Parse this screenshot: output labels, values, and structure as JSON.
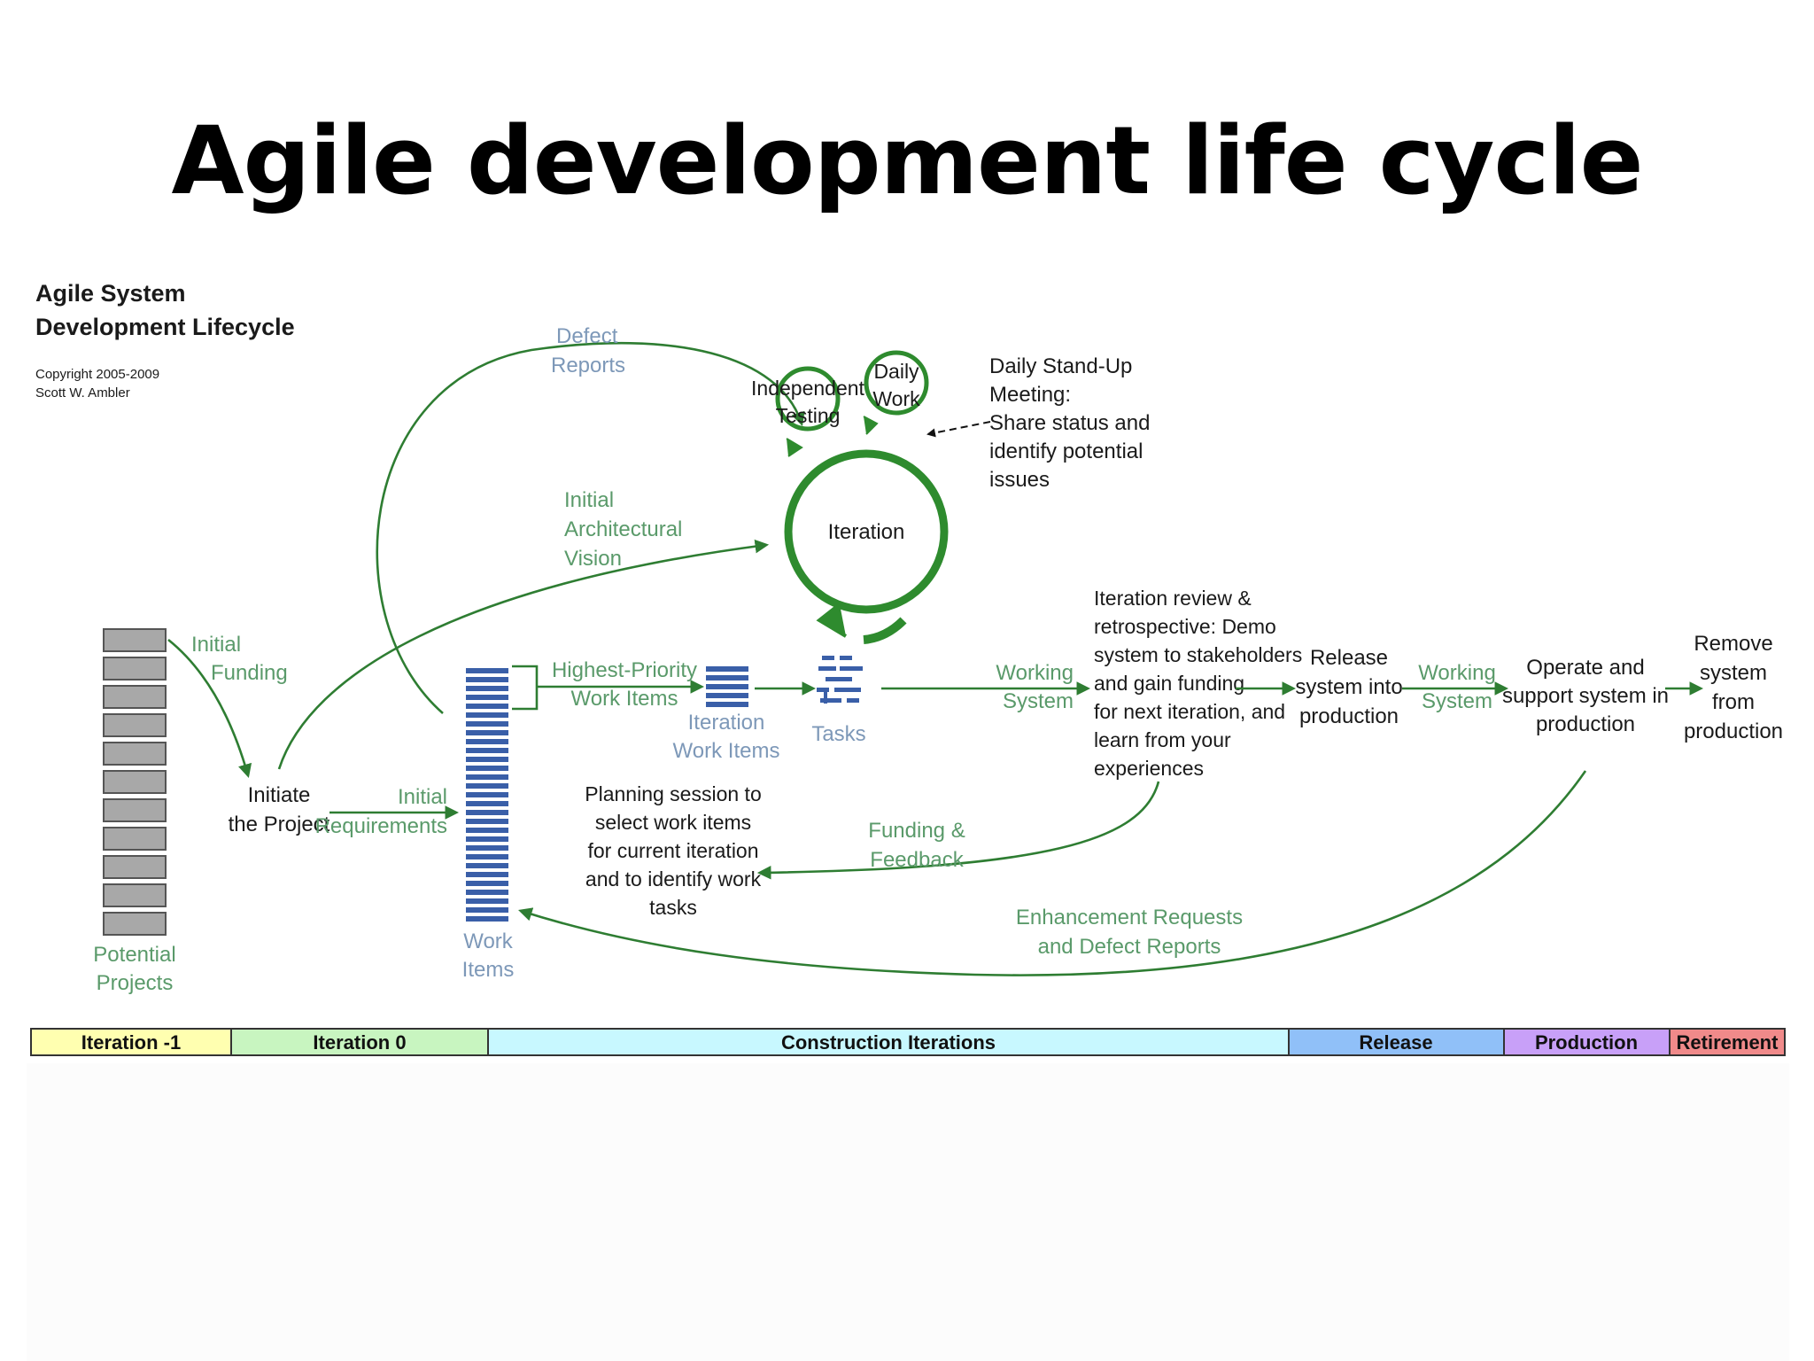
{
  "title": "Agile development life cycle",
  "diagram": {
    "heading": [
      "Agile System",
      "Development Lifecycle"
    ],
    "copyright": [
      "Copyright 2005-2009",
      "Scott W. Ambler"
    ],
    "potential_projects": [
      "Potential",
      "Projects"
    ],
    "initial_funding": [
      "Initial",
      "Funding"
    ],
    "initiate_project": [
      "Initiate",
      "the Project"
    ],
    "initial_requirements": [
      "Initial",
      "Requirements"
    ],
    "defect_reports": [
      "Defect",
      "Reports"
    ],
    "initial_arch_vision": [
      "Initial",
      "Architectural",
      "Vision"
    ],
    "work_items": [
      "Work",
      "Items"
    ],
    "highest_priority": [
      "Highest-Priority",
      "Work Items"
    ],
    "iteration_work_items": [
      "Iteration",
      "Work Items"
    ],
    "tasks": "Tasks",
    "independent_testing": [
      "Independent",
      "Testing"
    ],
    "daily_work": [
      "Daily",
      "Work"
    ],
    "daily_standup": [
      "Daily Stand-Up",
      "Meeting:",
      "Share status and",
      "identify potential",
      "issues"
    ],
    "iteration": "Iteration",
    "working_system_1": [
      "Working",
      "System"
    ],
    "iteration_review": [
      "Iteration review &",
      "retrospective: Demo",
      "system to stakeholders",
      "and gain funding",
      "for next iteration, and",
      "learn from your",
      "experiences"
    ],
    "release_system": [
      "Release",
      "system into",
      "production"
    ],
    "working_system_2": [
      "Working",
      "System"
    ],
    "operate_support": [
      "Operate and",
      "support system in",
      "production"
    ],
    "remove_system": [
      "Remove",
      "system",
      "from",
      "production"
    ],
    "planning_session": [
      "Planning session to",
      "select work items",
      "for current iteration",
      "and to identify work",
      "tasks"
    ],
    "funding_feedback": [
      "Funding &",
      "Feedback"
    ],
    "enhancement_requests": [
      "Enhancement Requests",
      "and Defect Reports"
    ],
    "phases": [
      {
        "label": "Iteration -1",
        "color": "#ffffb0"
      },
      {
        "label": "Iteration 0",
        "color": "#c8f5c0"
      },
      {
        "label": "Construction Iterations",
        "color": "#c8f8ff"
      },
      {
        "label": "Release",
        "color": "#90c0f8"
      },
      {
        "label": "Production",
        "color": "#c8a0f8"
      },
      {
        "label": "Retirement",
        "color": "#f08a8a"
      }
    ],
    "colors": {
      "arrow": "#2e7d32",
      "green_text": "#5a9a6a",
      "blue_text": "#7d98b8",
      "stack_blue": "#3a5fa8"
    }
  }
}
